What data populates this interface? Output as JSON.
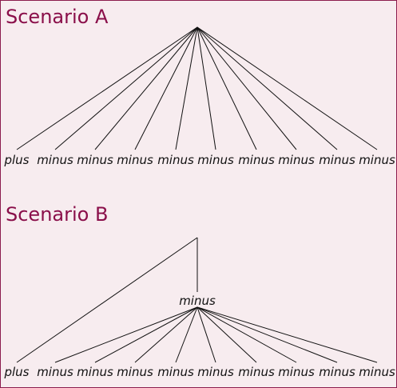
{
  "scenario_a": {
    "title": "Scenario A",
    "leaves": [
      "plus",
      "minus",
      "minus",
      "minus",
      "minus",
      "minus",
      "minus",
      "minus",
      "minus",
      "minus"
    ]
  },
  "scenario_b": {
    "title": "Scenario B",
    "inner_node": "minus",
    "outer_leaf": "plus",
    "inner_leaves": [
      "minus",
      "minus",
      "minus",
      "minus",
      "minus",
      "minus",
      "minus",
      "minus",
      "minus"
    ]
  },
  "colors": {
    "title": "#8a0f4a",
    "border": "#8c1d4e",
    "background": "#f7ecef",
    "lines": "#111111"
  }
}
